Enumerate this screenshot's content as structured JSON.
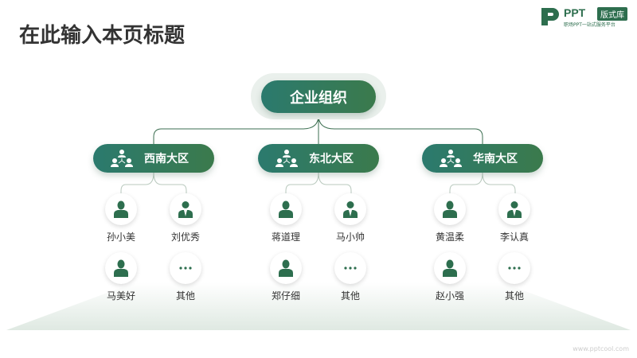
{
  "title": "在此输入本页标题",
  "logo": {
    "text": "PPT",
    "badge": "版式库",
    "subtitle": "职场PPT一站式服务平台"
  },
  "root": "企业组织",
  "regions": [
    {
      "name": "西南大区",
      "members": [
        {
          "name": "孙小美",
          "icon": "female-user-icon"
        },
        {
          "name": "刘优秀",
          "icon": "male-suit-user-icon"
        },
        {
          "name": "马美好",
          "icon": "female-user-icon"
        },
        {
          "name": "其他",
          "icon": "more-icon"
        }
      ]
    },
    {
      "name": "东北大区",
      "members": [
        {
          "name": "蒋道理",
          "icon": "female-user-icon"
        },
        {
          "name": "马小帅",
          "icon": "male-suit-user-icon"
        },
        {
          "name": "郑仔细",
          "icon": "female-user-icon"
        },
        {
          "name": "其他",
          "icon": "more-icon"
        }
      ]
    },
    {
      "name": "华南大区",
      "members": [
        {
          "name": "黄温柔",
          "icon": "female-user-icon"
        },
        {
          "name": "李认真",
          "icon": "male-suit-user-icon"
        },
        {
          "name": "赵小强",
          "icon": "female-user-icon"
        },
        {
          "name": "其他",
          "icon": "more-icon"
        }
      ]
    }
  ],
  "website": "www.pptcool.com",
  "colors": {
    "accent": "#2d6e4e",
    "line": "#3b6e50"
  }
}
